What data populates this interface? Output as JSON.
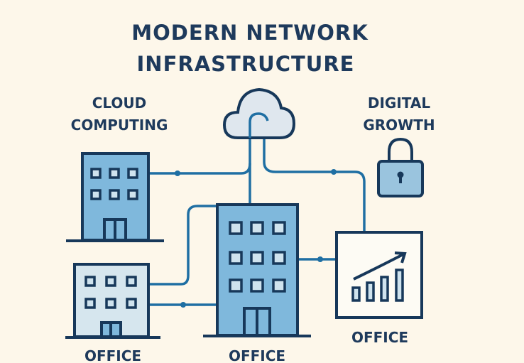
{
  "title": {
    "line1": "MODERN NETWORK",
    "line2": "INFRASTRUCTURE"
  },
  "labels": {
    "cloud_line1": "CLOUD",
    "cloud_line2": "COMPUTING",
    "digital_line1": "DIGITAL",
    "digital_line2": "GROWTH",
    "office_left": "OFFICE",
    "office_center": "OFFICE",
    "office_right": "OFFICE"
  },
  "colors": {
    "background": "#fdf7ea",
    "text": "#1e3a5c",
    "building": "#7fb8dc",
    "wire": "#1f6fa3",
    "outline": "#17385a"
  },
  "icons": [
    "cloud-icon",
    "lock-icon",
    "growth-chart-icon",
    "building-icon"
  ]
}
